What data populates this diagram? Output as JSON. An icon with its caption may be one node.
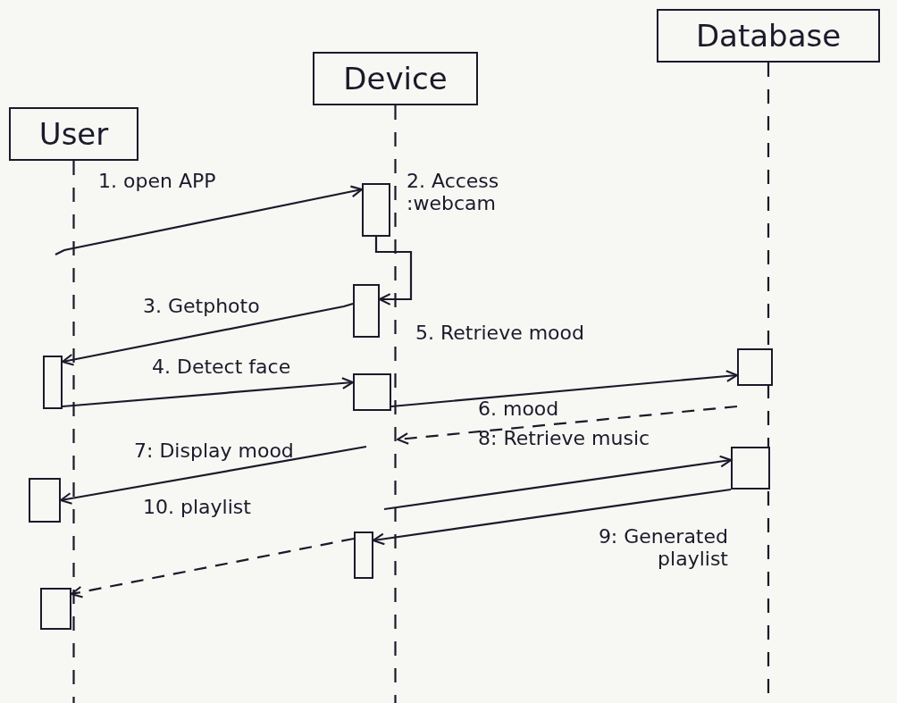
{
  "diagram": {
    "nodes": [
      {
        "text": [
          "User"
        ]
      },
      {
        "text": [
          "Device"
        ]
      },
      {
        "text": [
          "Database"
        ]
      },
      {
        "text": [],
        "shape": "bar"
      },
      {
        "text": [],
        "shape": "bar"
      },
      {
        "text": [],
        "shape": "bar"
      },
      {
        "text": [],
        "shape": "bar"
      },
      {
        "text": [],
        "shape": "bar"
      },
      {
        "text": [],
        "shape": "bar"
      },
      {
        "text": [],
        "shape": "bar"
      },
      {
        "text": [],
        "shape": "bar"
      },
      {
        "text": [],
        "shape": "bar"
      }
    ],
    "edges": [
      {
        "from": null,
        "to": 3,
        "arrow": "to",
        "label": "1. open APP"
      },
      {
        "from": 3,
        "to": 4,
        "arrow": "to",
        "label": "2. Access :webcam"
      },
      {
        "from": 4,
        "to": 5,
        "arrow": "to",
        "label": "3. Getphoto"
      },
      {
        "from": 5,
        "to": 6,
        "arrow": "to",
        "label": "4. Detect face"
      },
      {
        "from": 6,
        "to": 7,
        "arrow": "to",
        "label": "5. Retrieve mood"
      },
      {
        "from": 7,
        "to": null,
        "arrow": "to",
        "label": "6. mood",
        "style": "dashed"
      },
      {
        "from": null,
        "to": 8,
        "arrow": "to",
        "label": "7: Display mood"
      },
      {
        "from": null,
        "to": 9,
        "arrow": "to",
        "label": "8: Retrieve music"
      },
      {
        "from": 9,
        "to": 10,
        "arrow": "to",
        "label": "9: Generated playlist"
      },
      {
        "from": 10,
        "to": 11,
        "arrow": "to",
        "label": "10. playlist",
        "style": "dashed"
      }
    ]
  }
}
